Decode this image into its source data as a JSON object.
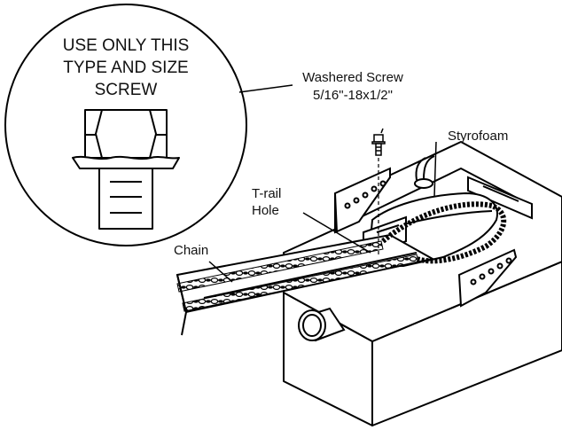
{
  "callout": {
    "line1": "USE ONLY THIS",
    "line2": "TYPE AND SIZE",
    "line3": "SCREW"
  },
  "labels": {
    "washered_screw_1": "Washered Screw",
    "washered_screw_2": "5/16\"-18x1/2\"",
    "styrofoam": "Styrofoam",
    "trail_1": "T-rail",
    "trail_2": "Hole",
    "chain": "Chain"
  },
  "colors": {
    "ink": "#000000",
    "paper": "#ffffff"
  }
}
